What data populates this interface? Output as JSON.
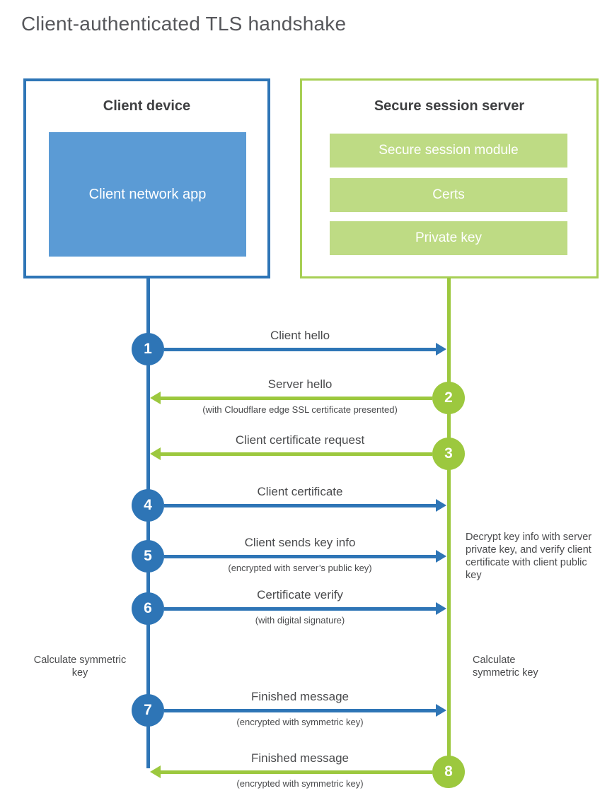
{
  "title": "Client-authenticated TLS handshake",
  "colors": {
    "blue_stroke": "#2e75b6",
    "blue_fill": "#5b9bd5",
    "green_stroke": "#9cc83e",
    "green_border": "#a7cf55",
    "green_fill": "#bedb84",
    "heading_text": "#3f4042",
    "label_text": "#4a4b4d",
    "title_text": "#56575b"
  },
  "client_box": {
    "title": "Client device",
    "inner_label": "Client network app"
  },
  "server_box": {
    "title": "Secure session server",
    "modules": [
      "Secure session module",
      "Certs",
      "Private key"
    ]
  },
  "messages": [
    {
      "num": "1",
      "direction": "client-to-server",
      "label": "Client hello",
      "sub": ""
    },
    {
      "num": "2",
      "direction": "server-to-client",
      "label": "Server hello",
      "sub": "(with Cloudflare edge SSL certificate presented)"
    },
    {
      "num": "3",
      "direction": "server-to-client",
      "label": "Client certificate request",
      "sub": ""
    },
    {
      "num": "4",
      "direction": "client-to-server",
      "label": "Client certificate",
      "sub": ""
    },
    {
      "num": "5",
      "direction": "client-to-server",
      "label": "Client sends key info",
      "sub": "(encrypted with server’s public key)"
    },
    {
      "num": "6",
      "direction": "client-to-server",
      "label": "Certificate verify",
      "sub": "(with digital signature)"
    },
    {
      "num": "7",
      "direction": "client-to-server",
      "label": "Finished message",
      "sub": "(encrypted with symmetric key)"
    },
    {
      "num": "8",
      "direction": "server-to-client",
      "label": "Finished message",
      "sub": "(encrypted with symmetric key)"
    }
  ],
  "annotations": {
    "server_note": "Decrypt key info with server private key, and verify client certificate with client public key",
    "calc_left": "Calculate symmetric key",
    "calc_right": "Calculate symmetric key"
  }
}
